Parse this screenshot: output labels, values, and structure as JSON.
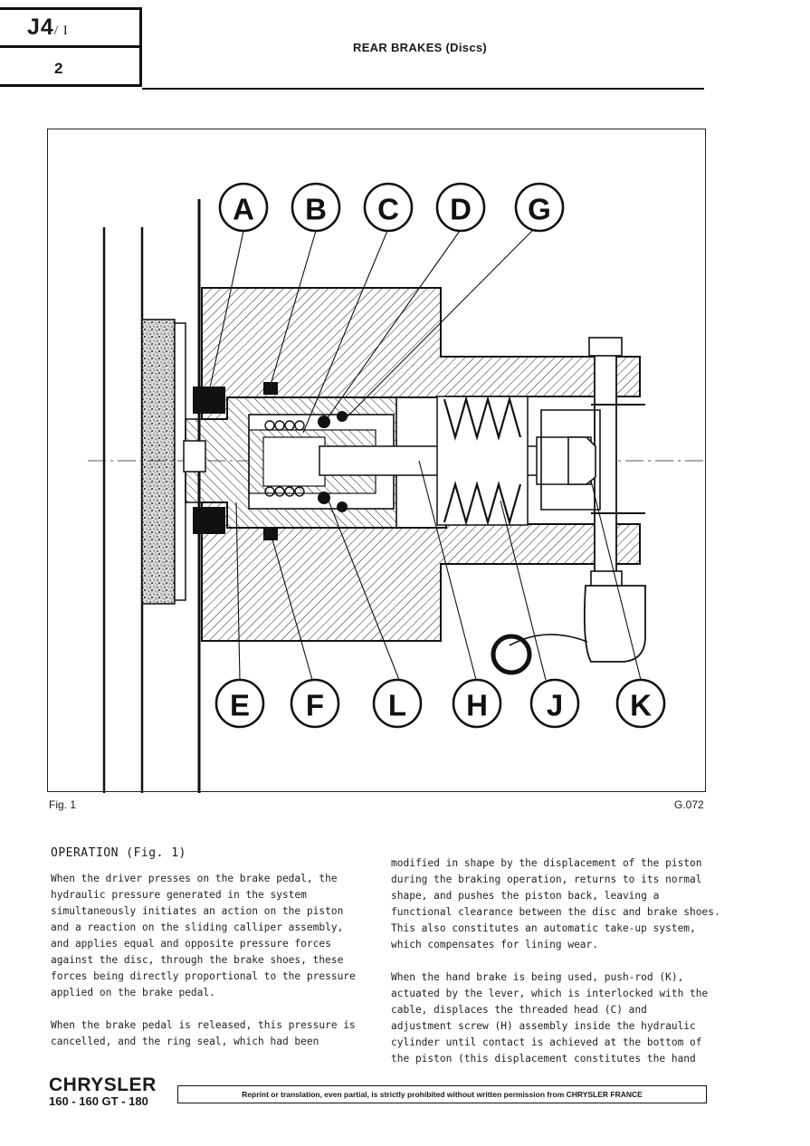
{
  "header": {
    "section_code": "J4",
    "section_sub": "/ I",
    "page_number": "2",
    "title": "REAR BRAKES (Discs)"
  },
  "figure": {
    "caption": "Fig. 1",
    "reference": "G.072",
    "labels": {
      "a": "A",
      "b": "B",
      "c": "C",
      "d": "D",
      "g": "G",
      "e": "E",
      "f": "F",
      "l": "L",
      "h": "H",
      "j": "J",
      "k": "K"
    }
  },
  "body": {
    "heading": "OPERATION (Fig. 1)",
    "left_col": [
      "When the driver presses on the brake pedal, the",
      "hydraulic pressure generated in the system",
      "simultaneously initiates an action on the piston",
      "and a reaction on the sliding calliper assembly,",
      "and applies equal and opposite pressure forces",
      "against the disc, through the brake shoes, these",
      "forces being directly proportional to the pressure",
      "applied on the brake pedal.",
      "",
      "When the brake pedal is released, this pressure is",
      "cancelled, and the ring seal, which had been"
    ],
    "right_col": [
      "modified in shape by the displacement of the piston",
      "during the braking operation, returns to its normal",
      "shape, and pushes the piston back, leaving a",
      "functional clearance between the disc and brake shoes.",
      "This also constitutes an automatic take-up system,",
      "which compensates for lining wear.",
      "",
      "When the hand brake is being used, push-rod (K),",
      "actuated by the lever, which is interlocked with the",
      "cable, displaces the threaded head (C) and",
      "adjustment screw (H) assembly inside the hydraulic",
      "cylinder until contact is achieved at the bottom of",
      "the piston (this displacement constitutes the hand"
    ]
  },
  "footer": {
    "brand": "CHRYSLER",
    "models": "160 - 160 GT - 180",
    "notice": "Reprint or translation, even partial, is strictly prohibited without written permission from CHRYSLER FRANCE"
  }
}
